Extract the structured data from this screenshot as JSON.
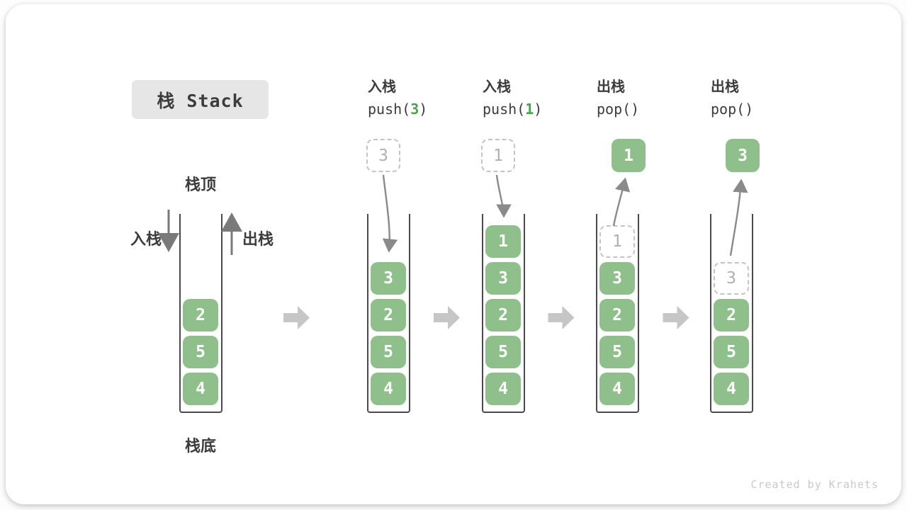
{
  "title": "栈 Stack",
  "side_labels": {
    "top": "栈顶",
    "bottom": "栈底",
    "push": "入栈",
    "pop": "出栈"
  },
  "watermark": "Created by Krahets",
  "colors": {
    "cell_green": "#8FC08C",
    "arg_green": "#4CA24C",
    "text_dark": "#3C3C3C",
    "title_bg": "#E6E6E6",
    "ghost_border": "#C4C4C4",
    "ghost_text": "#B0B0B0",
    "container_border": "#4A4A4A",
    "arrow_gray": "#8A8A8A",
    "side_arrow_gray": "#7A7A7A",
    "flow_arrow_gray": "#C6C6C6",
    "watermark_gray": "#C9C9C9"
  },
  "icons": {
    "flow_arrow": "right-block-arrow",
    "push_arrow": "down-arrow",
    "pop_arrow": "up-arrow"
  },
  "columns": [
    {
      "label": "",
      "code": null,
      "floating": null,
      "slots": [
        null,
        null,
        {
          "type": "filled",
          "value": "2"
        },
        {
          "type": "filled",
          "value": "5"
        },
        {
          "type": "filled",
          "value": "4"
        }
      ]
    },
    {
      "label": "入栈",
      "code": {
        "before": "push(",
        "arg": "3",
        "after": ")"
      },
      "floating": {
        "type": "ghost",
        "value": "3"
      },
      "slots": [
        null,
        {
          "type": "filled",
          "value": "3"
        },
        {
          "type": "filled",
          "value": "2"
        },
        {
          "type": "filled",
          "value": "5"
        },
        {
          "type": "filled",
          "value": "4"
        }
      ]
    },
    {
      "label": "入栈",
      "code": {
        "before": "push(",
        "arg": "1",
        "after": ")"
      },
      "floating": {
        "type": "ghost",
        "value": "1"
      },
      "slots": [
        {
          "type": "filled",
          "value": "1"
        },
        {
          "type": "filled",
          "value": "3"
        },
        {
          "type": "filled",
          "value": "2"
        },
        {
          "type": "filled",
          "value": "5"
        },
        {
          "type": "filled",
          "value": "4"
        }
      ]
    },
    {
      "label": "出栈",
      "code": {
        "before": "pop()",
        "arg": "",
        "after": ""
      },
      "floating": {
        "type": "filled",
        "value": "1"
      },
      "slots": [
        {
          "type": "ghost",
          "value": "1"
        },
        {
          "type": "filled",
          "value": "3"
        },
        {
          "type": "filled",
          "value": "2"
        },
        {
          "type": "filled",
          "value": "5"
        },
        {
          "type": "filled",
          "value": "4"
        }
      ]
    },
    {
      "label": "出栈",
      "code": {
        "before": "pop()",
        "arg": "",
        "after": ""
      },
      "floating": {
        "type": "filled",
        "value": "3"
      },
      "slots": [
        null,
        {
          "type": "ghost",
          "value": "3"
        },
        {
          "type": "filled",
          "value": "2"
        },
        {
          "type": "filled",
          "value": "5"
        },
        {
          "type": "filled",
          "value": "4"
        }
      ]
    }
  ]
}
